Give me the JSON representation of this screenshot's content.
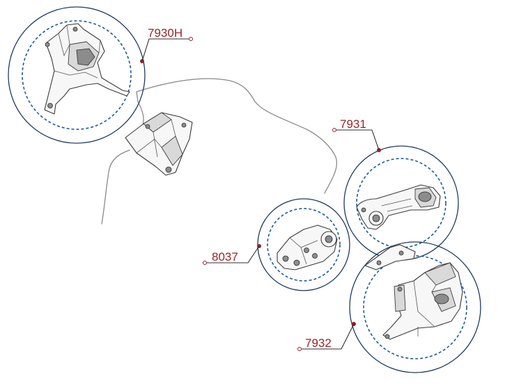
{
  "callouts": {
    "c1": "7930H",
    "c2": "7931",
    "c3": "8037",
    "c4": "7932"
  }
}
